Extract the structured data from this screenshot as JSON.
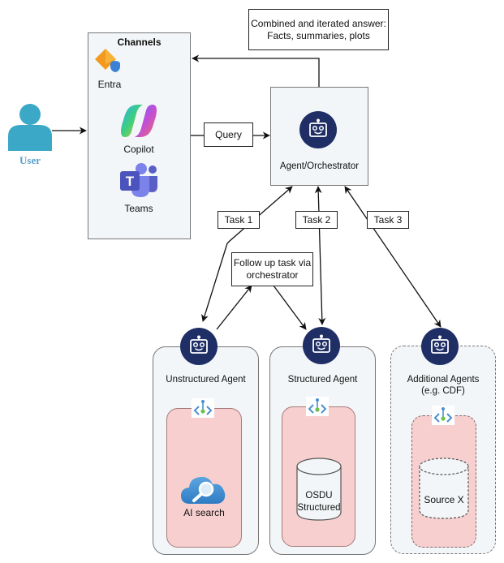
{
  "user": {
    "label": "User",
    "color": "#3aa8c6"
  },
  "channels": {
    "title": "Channels",
    "items": [
      {
        "label": "Entra",
        "icon": "entra-icon"
      },
      {
        "label": "Copilot",
        "icon": "copilot-icon"
      },
      {
        "label": "Teams",
        "icon": "teams-icon"
      }
    ]
  },
  "answer_note": {
    "line1": "Combined and iterated answer:",
    "line2": "Facts, summaries, plots"
  },
  "query_label": "Query",
  "orchestrator": {
    "label": "Agent/Orchestrator",
    "icon": "robot-icon"
  },
  "tasks": [
    "Task 1",
    "Task 2",
    "Task 3"
  ],
  "follow_up": {
    "line1": "Follow up task via",
    "line2": "orchestrator"
  },
  "agents": [
    {
      "label": "Unstructured Agent",
      "source": "AI search",
      "source_icon": "ai-search-cloud-icon",
      "style": "solid"
    },
    {
      "label": "Structured Agent",
      "source_line1": "OSDU",
      "source_line2": "Structured",
      "source_icon": "database-cylinder-icon",
      "style": "solid"
    },
    {
      "label_line1": "Additional Agents",
      "label_line2": "(e.g. CDF)",
      "source": "Source X",
      "source_icon": "database-cylinder-icon",
      "style": "dashed"
    }
  ],
  "colors": {
    "robot": "#1f2f66",
    "container": "#f3f6f8",
    "source_fill": "#f7cfcf",
    "user": "#3aa8c6"
  }
}
